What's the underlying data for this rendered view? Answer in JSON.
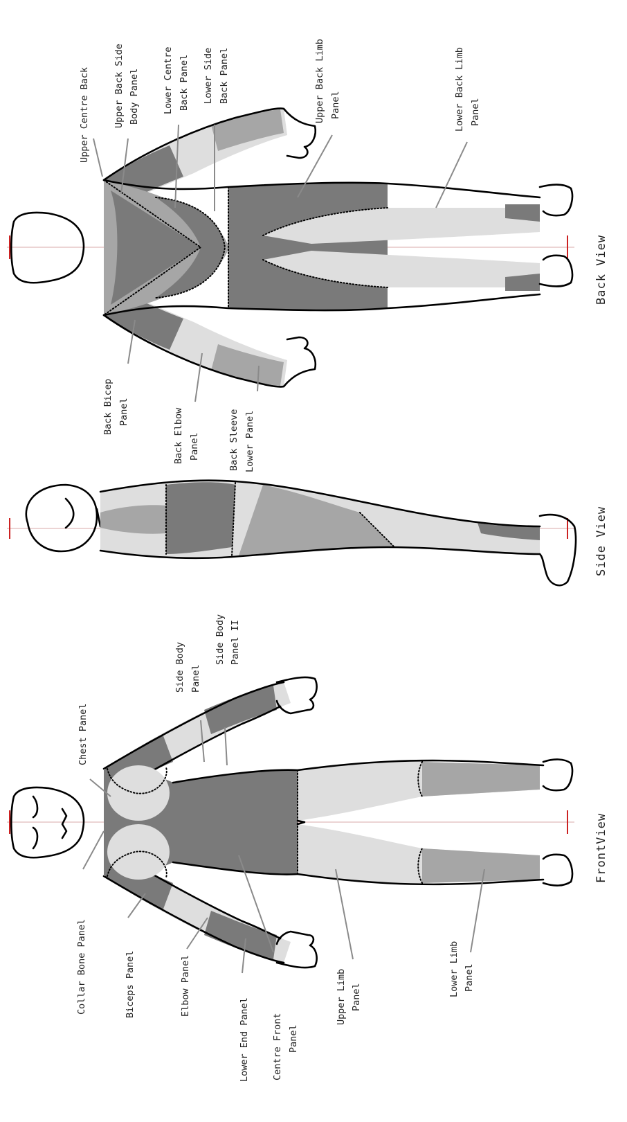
{
  "views": {
    "front": "FrontView",
    "side": "Side View",
    "back": "Back View"
  },
  "front_labels": {
    "collar_bone": "Collar Bone Panel",
    "biceps": "Biceps Panel",
    "elbow": "Elbow Panel",
    "lower_end_1": "Lower End Panel",
    "centre_front_1": "Centre Front",
    "centre_front_2": "Panel",
    "upper_limb_1": "Upper Limb",
    "upper_limb_2": "Panel",
    "lower_limb_1": "Lower Limb",
    "lower_limb_2": "Panel",
    "chest": "Chest Panel",
    "side_body_1": "Side Body",
    "side_body_2": "Panel",
    "side_body_ii_1": "Side Body",
    "side_body_ii_2": "Panel II"
  },
  "back_labels": {
    "upper_centre_back": "Upper Centre Back",
    "upper_back_side_1": "Upper Back Side",
    "upper_back_side_2": "Body Panel",
    "lower_centre_back_1": "Lower Centre",
    "lower_centre_back_2": "Back Panel",
    "lower_side_back_1": "Lower Side",
    "lower_side_back_2": "Back Panel",
    "upper_back_limb_1": "Upper Back Limb",
    "upper_back_limb_2": "Panel",
    "lower_back_limb_1": "Lower Back Limb",
    "lower_back_limb_2": "Panel",
    "back_bicep_1": "Back Bicep",
    "back_bicep_2": "Panel",
    "back_elbow_1": "Back Elbow",
    "back_elbow_2": "Panel",
    "back_sleeve_1": "Back Sleeve",
    "back_sleeve_2": "Lower Panel"
  },
  "colors": {
    "dark_panel": "#7a7a7a",
    "mid_panel": "#a6a6a6",
    "light_panel": "#dedede",
    "outline": "#000000",
    "leader": "#8a8a8a",
    "centre_tick": "#cc2222"
  }
}
